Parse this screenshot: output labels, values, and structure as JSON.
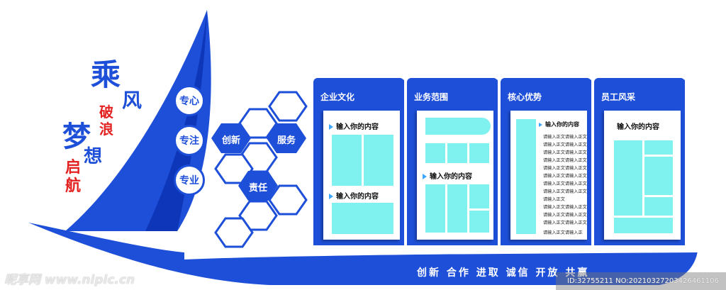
{
  "slogans": {
    "line1": [
      "乘",
      "风"
    ],
    "line1_accent": "破浪",
    "line2": [
      "梦",
      "想"
    ],
    "line2_accent": "启航"
  },
  "circle_badges": [
    "专心",
    "专注",
    "专业"
  ],
  "hex_labels": [
    "创新",
    "服务",
    "责任"
  ],
  "panels": [
    {
      "title": "企业文化",
      "headings": [
        "输入你的内容",
        "输入你的内容"
      ]
    },
    {
      "title": "业务范围",
      "headings": [
        "输入你的内容"
      ]
    },
    {
      "title": "核心优势",
      "headings": [
        "输入你的内容"
      ],
      "text_lines": [
        "请输入正文请输入正文",
        "请输入正文请输入正文",
        "请输入正文请输入正文",
        "请输入正文请输入正文",
        "请输入正文请输入正文",
        "请输入正文请输入正文",
        "请输入正文请输入正文",
        "请输入正文请输入正文",
        "请输入正文",
        "请输入正文请输入正文",
        "请输入正文请输入正文",
        "请输入正文请输入正文",
        "请输入正文请输入正"
      ]
    },
    {
      "title": "员工风采",
      "headings": [
        "输入你的内容"
      ]
    }
  ],
  "footer": {
    "values": "创新  合作  进取  诚信  开放  共赢"
  },
  "watermark": {
    "left": "昵享网 www.nipic.cn",
    "right": "ID:32755211 NO:20210327203426461106"
  },
  "colors": {
    "primary": "#1e4fd8",
    "accent_red": "#e32222",
    "block_cyan": "#7ff2f0",
    "arrow": "#3aa6ff"
  }
}
